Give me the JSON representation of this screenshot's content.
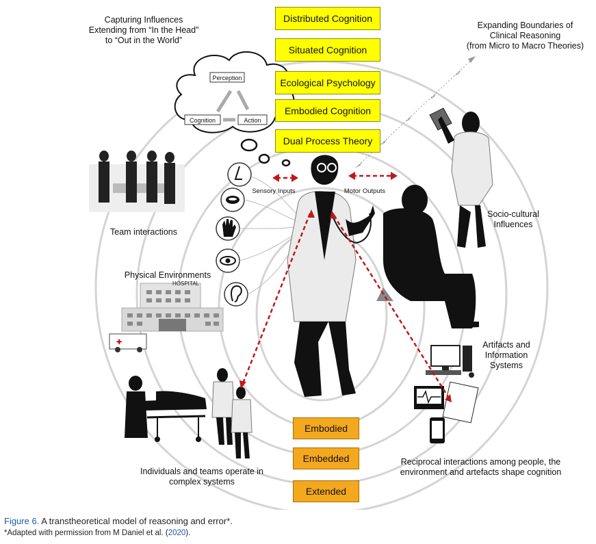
{
  "boxes_yellow": [
    "Distributed Cognition",
    "Situated Cognition",
    "Ecological Psychology",
    "Embodied Cognition",
    "Dual Process Theory"
  ],
  "boxes_orange": [
    "Embodied",
    "Embedded",
    "Extended"
  ],
  "labels": {
    "capturing": [
      "Capturing Influences",
      "Extending from “In the Head”",
      "to “Out in the World”"
    ],
    "expanding": [
      "Expanding Boundaries of",
      "Clinical Reasoning",
      "(from Micro to Macro Theories)"
    ],
    "team": "Team interactions",
    "physical": "Physical Environments",
    "socio": [
      "Socio-cultural",
      "Influences"
    ],
    "artifacts": [
      "Artifacts and",
      "Information",
      "Systems"
    ],
    "individuals": [
      "Individuals and teams operate in",
      "complex systems"
    ],
    "reciprocal": [
      "Reciprocal interactions among people, the",
      "environment and artefacts shape cognition"
    ],
    "sensory": "Sensory Inputs",
    "motor": "Motor Outputs",
    "hospital": "HOSPITAL"
  },
  "cloud": {
    "perception": "Perception",
    "cognition": "Cognition",
    "action": "Action"
  },
  "caption": {
    "fig": "Figure 6.",
    "text": " A transtheoretical model of reasoning and error*."
  },
  "caption2": {
    "text": "*Adapted with permission from M Daniel et al. (",
    "year": "2020",
    "end": ")."
  },
  "icons": [
    "nose-icon",
    "mouth-icon",
    "hand-icon",
    "eye-icon",
    "ear-icon"
  ]
}
